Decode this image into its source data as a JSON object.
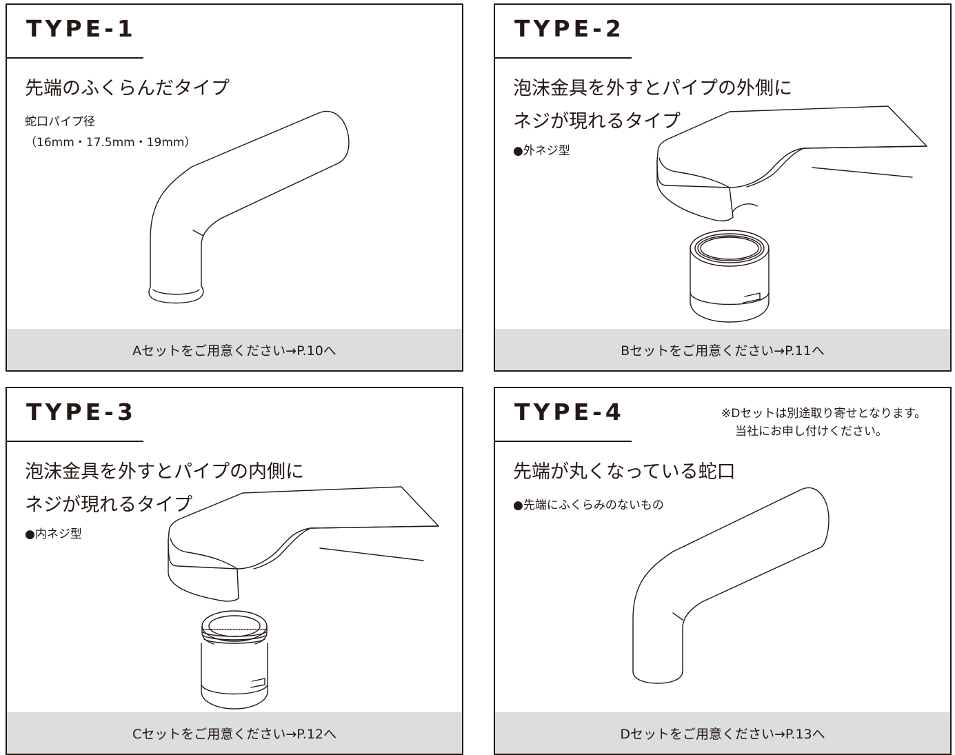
{
  "cards": [
    {
      "type_label": "TYPE-1",
      "description": [
        "先端のふくらんだタイプ"
      ],
      "sub": [
        "蛇口パイプ径",
        "（16mm・17.5mm・19mm）"
      ],
      "footer": "Aセットをご用意ください→P.10へ"
    },
    {
      "type_label": "TYPE-2",
      "description": [
        "泡沫金具を外すとパイプの外側に",
        "ネジが現れるタイプ"
      ],
      "sub": [
        "●外ネジ型"
      ],
      "footer": "Bセットをご用意ください→P.11へ"
    },
    {
      "type_label": "TYPE-3",
      "description": [
        "泡沫金具を外すとパイプの内側に",
        "ネジが現れるタイプ"
      ],
      "sub": [
        "●内ネジ型"
      ],
      "footer": "Cセットをご用意ください→P.12へ"
    },
    {
      "type_label": "TYPE-4",
      "note": [
        "※Dセットは別途取り寄せとなります。",
        "当社にお申し付けください。"
      ],
      "description": [
        "先端が丸くなっている蛇口"
      ],
      "sub": [
        "●先端にふくらみのないもの"
      ],
      "footer": "Dセットをご用意ください→P.13へ"
    }
  ]
}
